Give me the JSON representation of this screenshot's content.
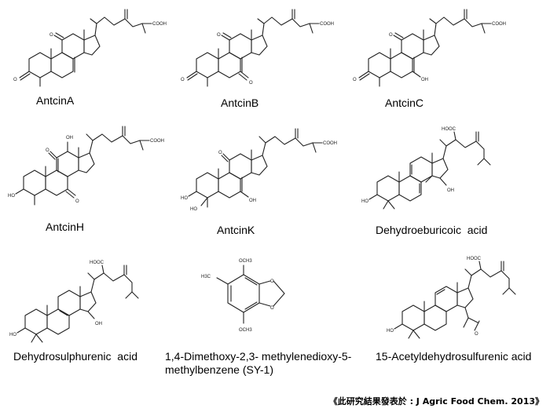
{
  "compounds": [
    {
      "label": "AntcinA"
    },
    {
      "label": "AntcinB"
    },
    {
      "label": "AntcinC"
    },
    {
      "label": "AntcinH"
    },
    {
      "label": "AntcinK"
    },
    {
      "label": "Dehydroeburicoic  acid"
    },
    {
      "label": "Dehydrosulphurenic  acid"
    },
    {
      "label": "1,4-Dimethoxy-2,3- methylenedioxy-5-methylbenzene (SY-1)"
    },
    {
      "label": "15-Acetyldehydrosulfurenic acid"
    }
  ],
  "atom_labels": {
    "cooh": "COOH",
    "hooc": "HOOC",
    "o": "O",
    "oh": "OH",
    "ho": "HO",
    "och3": "OCH3",
    "h3c": "H3C"
  },
  "citation": "《此研究結果發表於 : J Agric Food Chem. 2013》"
}
